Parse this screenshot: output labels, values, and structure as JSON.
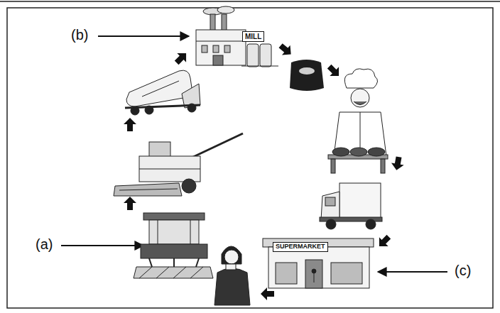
{
  "diagram": {
    "labels": [
      "(b)",
      "MILL",
      "(a)",
      "SUPERMARKET",
      "(c)"
    ]
  }
}
